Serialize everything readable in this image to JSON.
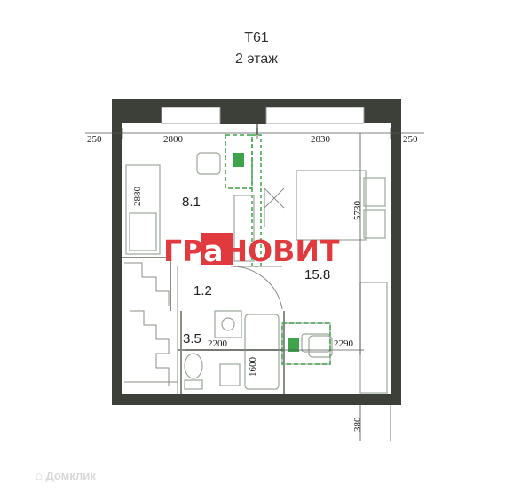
{
  "header": {
    "plan_code": "Т61",
    "floor_label": "2 этаж"
  },
  "rooms": [
    {
      "id": "hall",
      "area": "8.1"
    },
    {
      "id": "stair-landing",
      "area": "1.2"
    },
    {
      "id": "bathroom",
      "area": "3.5"
    },
    {
      "id": "bedroom",
      "area": "15.8"
    }
  ],
  "dimensions": {
    "left_margin": "250",
    "right_margin": "250",
    "top_left_width": "2800",
    "top_right_width": "2830",
    "left_room_height": "2880",
    "right_room_height": "5730",
    "bath_width": "2200",
    "bath_height": "1600",
    "desk_width": "2290",
    "bottom_offset": "380"
  },
  "logo": {
    "text_a": "ГР",
    "text_b": "а",
    "text_c": "НОВИТ",
    "color": "#e03a3e"
  },
  "watermark": {
    "text": "Домклик"
  },
  "colors": {
    "wall": "#3d4039",
    "furniture": "#9ba79b",
    "green": "#3ea34a",
    "dim": "#222222"
  }
}
